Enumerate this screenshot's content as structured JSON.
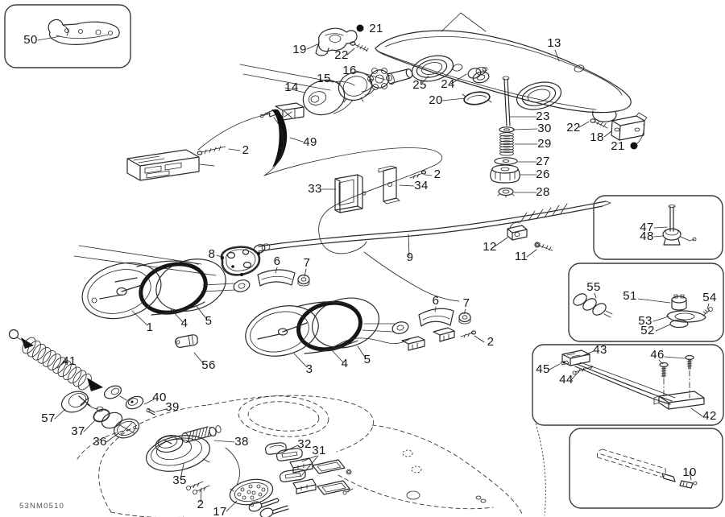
{
  "document": {
    "code": "53NM0510"
  },
  "colors": {
    "background": "#ffffff",
    "line": "#2b2b2b",
    "solid_black": "#111111"
  },
  "callouts": [
    {
      "text": "50"
    },
    {
      "text": "21"
    },
    {
      "text": "19"
    },
    {
      "text": "22"
    },
    {
      "text": "13"
    },
    {
      "text": "16"
    },
    {
      "text": "15"
    },
    {
      "text": "14"
    },
    {
      "text": "25"
    },
    {
      "text": "24"
    },
    {
      "text": "20"
    },
    {
      "text": "23"
    },
    {
      "text": "30"
    },
    {
      "text": "22"
    },
    {
      "text": "18"
    },
    {
      "text": "29"
    },
    {
      "text": "21"
    },
    {
      "text": "27"
    },
    {
      "text": "26"
    },
    {
      "text": "28"
    },
    {
      "text": "2"
    },
    {
      "text": "49"
    },
    {
      "text": "33"
    },
    {
      "text": "34"
    },
    {
      "text": "2"
    },
    {
      "text": "47"
    },
    {
      "text": "48"
    },
    {
      "text": "12"
    },
    {
      "text": "11"
    },
    {
      "text": "9"
    },
    {
      "text": "8"
    },
    {
      "text": "6"
    },
    {
      "text": "7"
    },
    {
      "text": "55"
    },
    {
      "text": "51"
    },
    {
      "text": "54"
    },
    {
      "text": "53"
    },
    {
      "text": "52"
    },
    {
      "text": "1"
    },
    {
      "text": "4"
    },
    {
      "text": "5"
    },
    {
      "text": "6"
    },
    {
      "text": "7"
    },
    {
      "text": "3"
    },
    {
      "text": "4"
    },
    {
      "text": "5"
    },
    {
      "text": "2"
    },
    {
      "text": "43"
    },
    {
      "text": "46"
    },
    {
      "text": "45"
    },
    {
      "text": "44"
    },
    {
      "text": "42"
    },
    {
      "text": "41"
    },
    {
      "text": "56"
    },
    {
      "text": "40"
    },
    {
      "text": "39"
    },
    {
      "text": "57"
    },
    {
      "text": "37"
    },
    {
      "text": "36"
    },
    {
      "text": "38"
    },
    {
      "text": "32"
    },
    {
      "text": "31"
    },
    {
      "text": "35"
    },
    {
      "text": "2"
    },
    {
      "text": "17"
    },
    {
      "text": "10"
    }
  ]
}
